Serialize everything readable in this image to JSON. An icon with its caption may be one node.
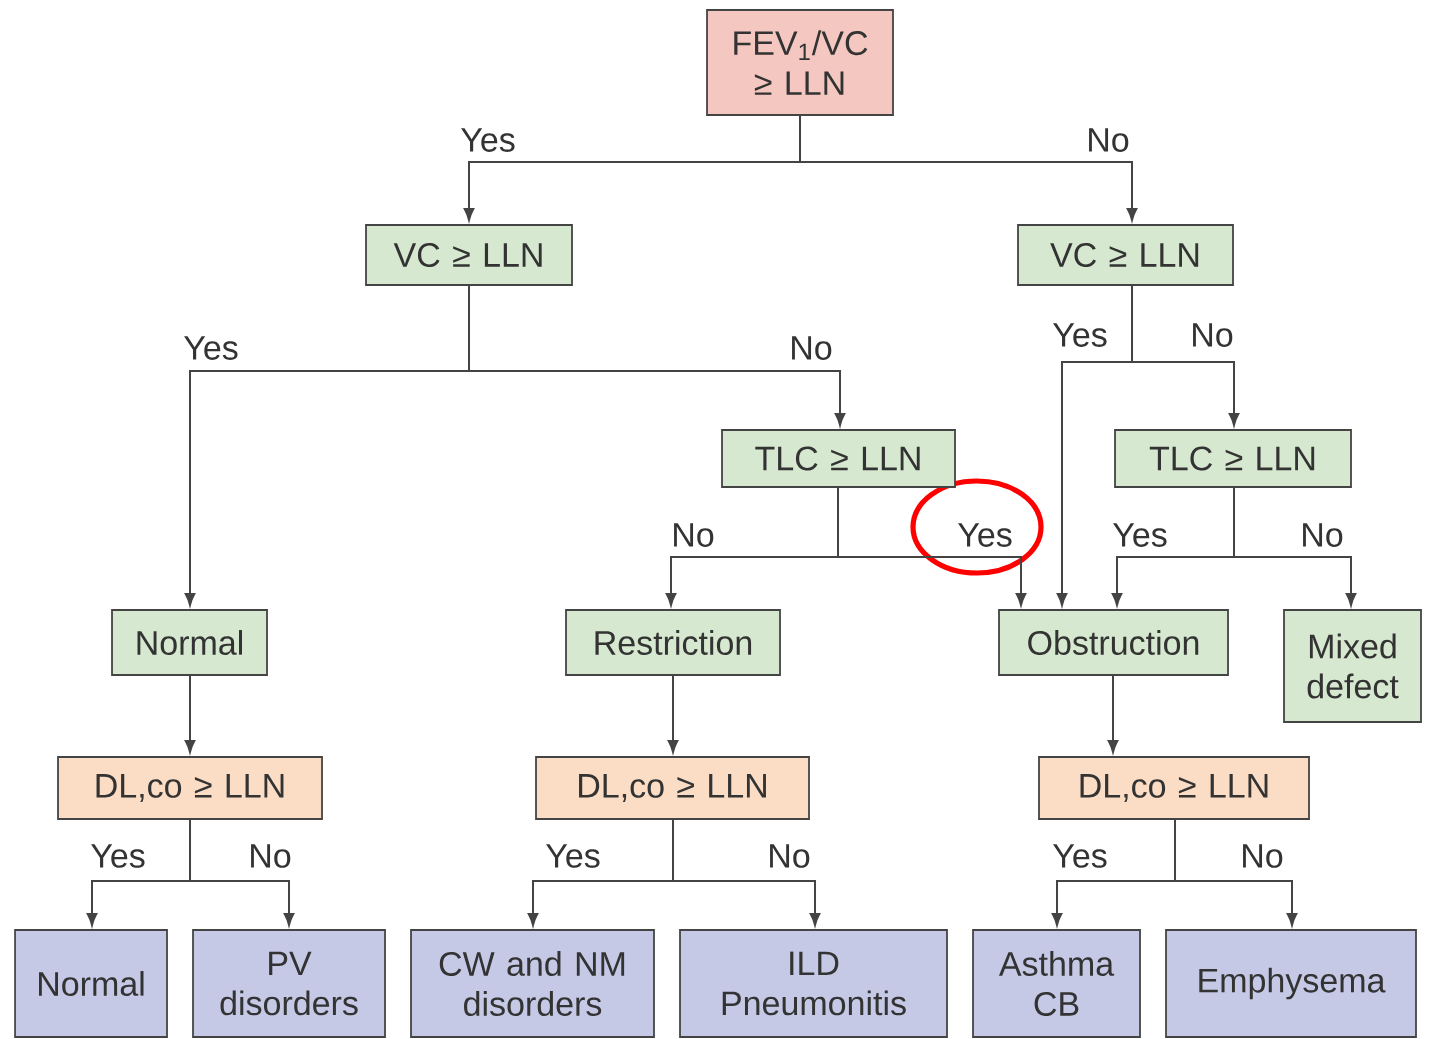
{
  "diagram": {
    "nodes": [
      {
        "text": [
          "FEV$_{1}$/VC ≥ LLN"
        ]
      },
      {
        "text": [
          "VC ≥ LLN"
        ]
      },
      {
        "text": [
          "VC ≥ LLN"
        ]
      },
      {
        "text": [
          "TLC ≥ LLN"
        ]
      },
      {
        "text": [
          "TLC ≥ LLN"
        ]
      },
      {
        "text": [
          "Normal"
        ]
      },
      {
        "text": [
          "Restriction"
        ]
      },
      {
        "text": [
          "Obstruction"
        ]
      },
      {
        "text": [
          "Mixed defect"
        ]
      },
      {
        "text": [
          "DL,co ≥ LLN"
        ]
      },
      {
        "text": [
          "DL,co ≥ LLN"
        ]
      },
      {
        "text": [
          "DL,co ≥ LLN"
        ]
      },
      {
        "text": [
          "Normal"
        ]
      },
      {
        "text": [
          "PV disorders"
        ]
      },
      {
        "text": [
          "CW and NM disorders"
        ]
      },
      {
        "text": [
          "ILD Pneumonitis"
        ]
      },
      {
        "text": [
          "Asthma CB"
        ]
      },
      {
        "text": [
          "Emphysema"
        ]
      }
    ],
    "edges": [
      {
        "from": 0,
        "to": 1,
        "arrow": "to",
        "label": "Yes"
      },
      {
        "from": 0,
        "to": 2,
        "arrow": "to",
        "label": "No"
      },
      {
        "from": 1,
        "to": 5,
        "arrow": "to",
        "label": "Yes"
      },
      {
        "from": 1,
        "to": 3,
        "arrow": "to",
        "label": "No"
      },
      {
        "from": 2,
        "to": 7,
        "arrow": "to",
        "label": "Yes"
      },
      {
        "from": 2,
        "to": 4,
        "arrow": "to",
        "label": "No"
      },
      {
        "from": 3,
        "to": 6,
        "arrow": "to",
        "label": "No"
      },
      {
        "from": 3,
        "to": 7,
        "arrow": "to",
        "label": "Yes"
      },
      {
        "from": 4,
        "to": 7,
        "arrow": "to",
        "label": "Yes"
      },
      {
        "from": 4,
        "to": 8,
        "arrow": "to",
        "label": "No"
      },
      {
        "from": 5,
        "to": 9,
        "arrow": "to"
      },
      {
        "from": 6,
        "to": 10,
        "arrow": "to"
      },
      {
        "from": 7,
        "to": 11,
        "arrow": "to"
      },
      {
        "from": 9,
        "to": 12,
        "arrow": "to",
        "label": "Yes"
      },
      {
        "from": 9,
        "to": 13,
        "arrow": "to",
        "label": "No"
      },
      {
        "from": 10,
        "to": 14,
        "arrow": "to",
        "label": "Yes"
      },
      {
        "from": 10,
        "to": 15,
        "arrow": "to",
        "label": "No"
      },
      {
        "from": 11,
        "to": 16,
        "arrow": "to",
        "label": "Yes"
      },
      {
        "from": 11,
        "to": 17,
        "arrow": "to",
        "label": "No"
      }
    ]
  }
}
